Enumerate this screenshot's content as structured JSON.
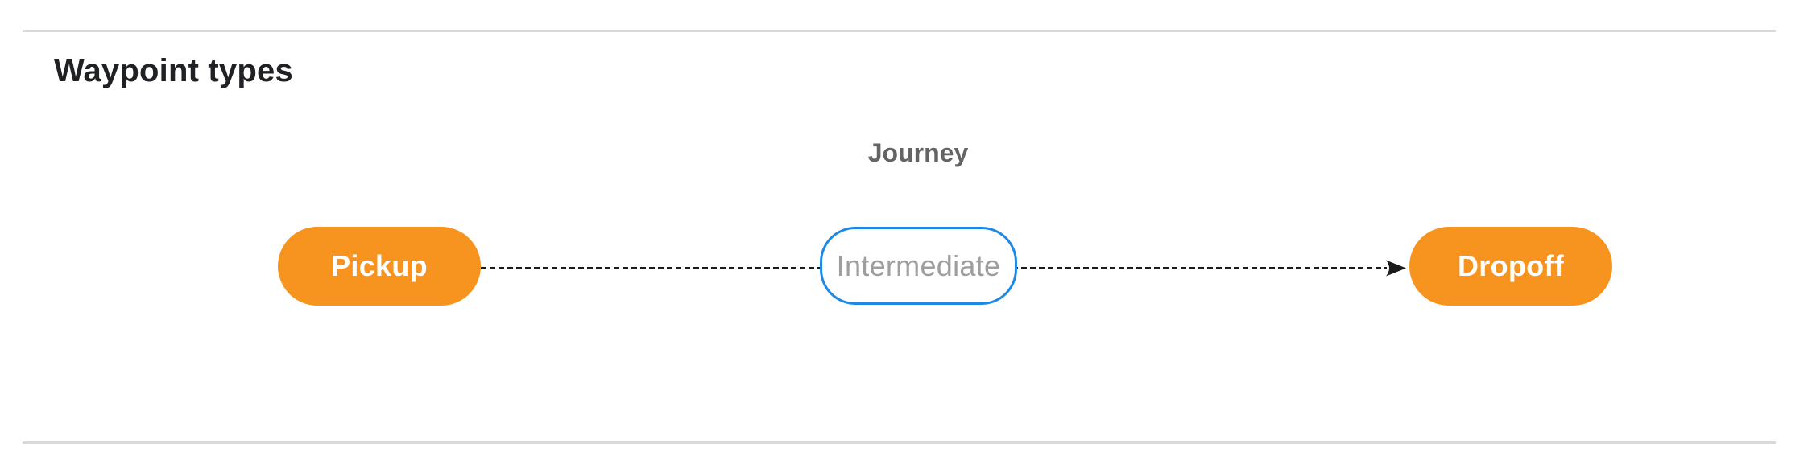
{
  "section": {
    "title": "Waypoint types"
  },
  "diagram": {
    "group_label": "Journey",
    "nodes": [
      {
        "id": "pickup",
        "label": "Pickup",
        "type": "endpoint"
      },
      {
        "id": "intermediate",
        "label": "Intermediate",
        "type": "intermediate"
      },
      {
        "id": "dropoff",
        "label": "Dropoff",
        "type": "endpoint"
      }
    ],
    "connector": {
      "style": "dashed",
      "direction": "left-to-right",
      "arrowhead": "at-dropoff"
    },
    "colors": {
      "endpoint_fill": "#f6941f",
      "endpoint_text": "#ffffff",
      "intermediate_border": "#1e88e5",
      "intermediate_text": "#9e9e9e",
      "connector_stroke": "#1a1a1a",
      "group_label_text": "#646464",
      "divider": "#d9d9d9",
      "title_text": "#1f2124"
    }
  }
}
